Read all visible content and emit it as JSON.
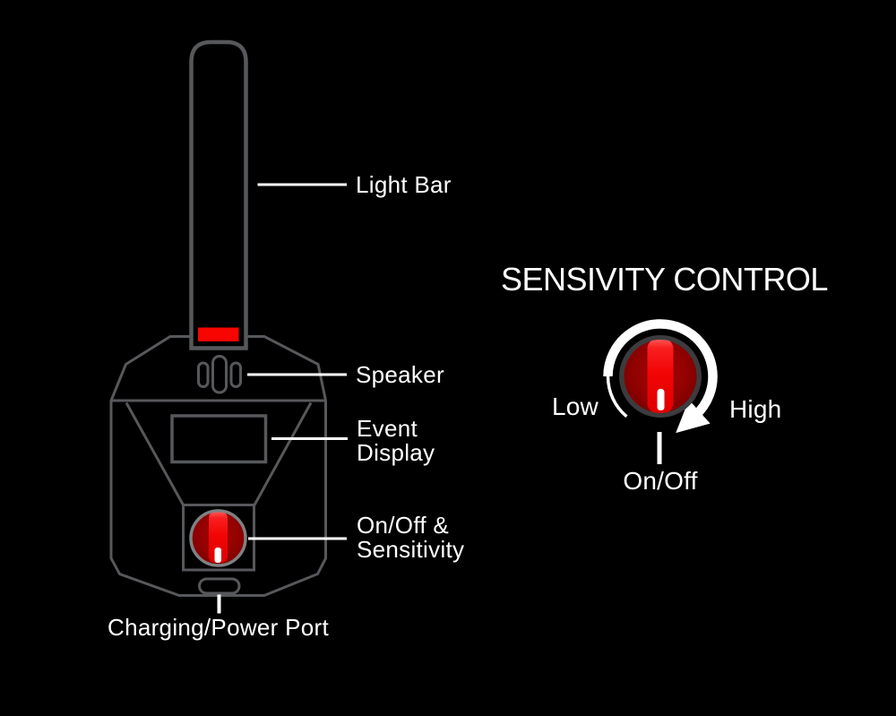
{
  "device": {
    "labels": {
      "light_bar": "Light Bar",
      "speaker": "Speaker",
      "event_display": [
        "Event",
        "Display"
      ],
      "onoff_sensitivity": [
        "On/Off &",
        "Sensitivity"
      ],
      "charging_port": "Charging/Power Port"
    }
  },
  "sensitivity_control": {
    "title": "SENSIVITY CONTROL",
    "low": "Low",
    "high": "High",
    "onoff": "On/Off"
  },
  "colors": {
    "background": "#000000",
    "outline_gray": "#57585b",
    "label_white": "#ffffff",
    "led_red": "#f70500",
    "knob_base_red": "#940000",
    "knob_stripe_red": "#f20505",
    "knob_ring_dark": "#3c3c3e",
    "knob_ring_light": "#7f8184"
  }
}
